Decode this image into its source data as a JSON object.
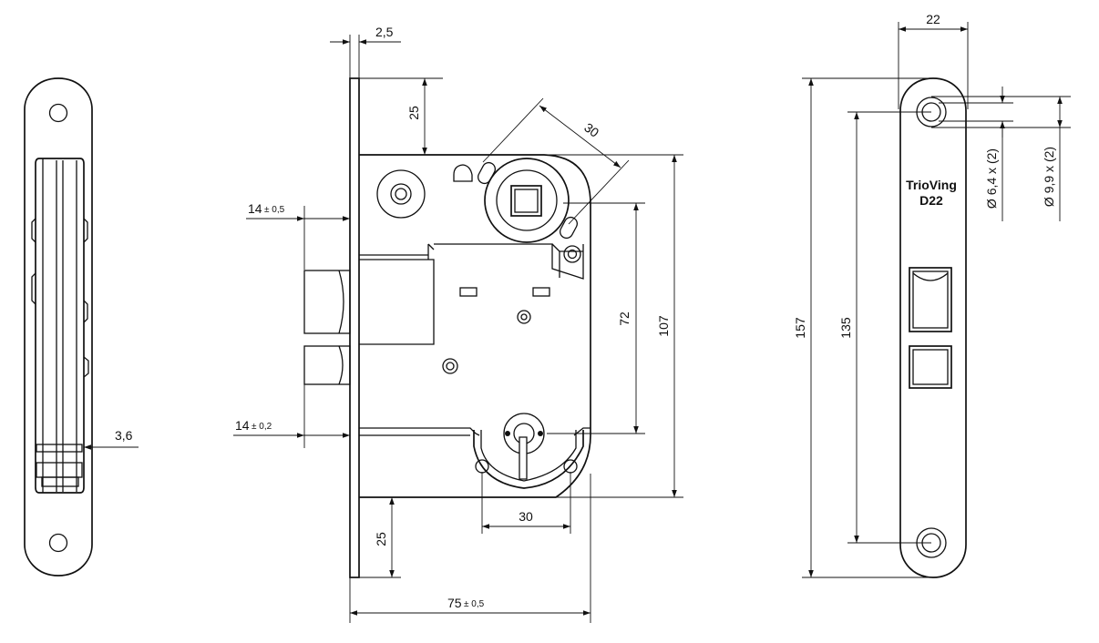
{
  "drawing": {
    "side_view": {
      "dimension_latch": "3,6"
    },
    "lock_body": {
      "dimension_faceplate_thickness": "2,5",
      "dimension_top_offset": "25",
      "dimension_spindle_angle": "30",
      "dimension_latch_depth": "14",
      "dimension_latch_tolerance": "± 0,5",
      "dimension_bolt_depth": "14",
      "dimension_bolt_tolerance": "± 0,2",
      "dimension_center_distance": "72",
      "dimension_body_height": "107",
      "dimension_cylinder_width": "30",
      "dimension_bottom_offset": "25",
      "dimension_backset": "75",
      "dimension_backset_tolerance": "± 0,5"
    },
    "faceplate": {
      "dimension_width": "22",
      "dimension_total_height": "157",
      "dimension_hole_distance": "135",
      "hole_small_label": "Ø  6,4 x (2)",
      "hole_large_label": "Ø 9,9 x (2)",
      "brand_line1": "TrioVing",
      "brand_line2": "D22"
    }
  }
}
